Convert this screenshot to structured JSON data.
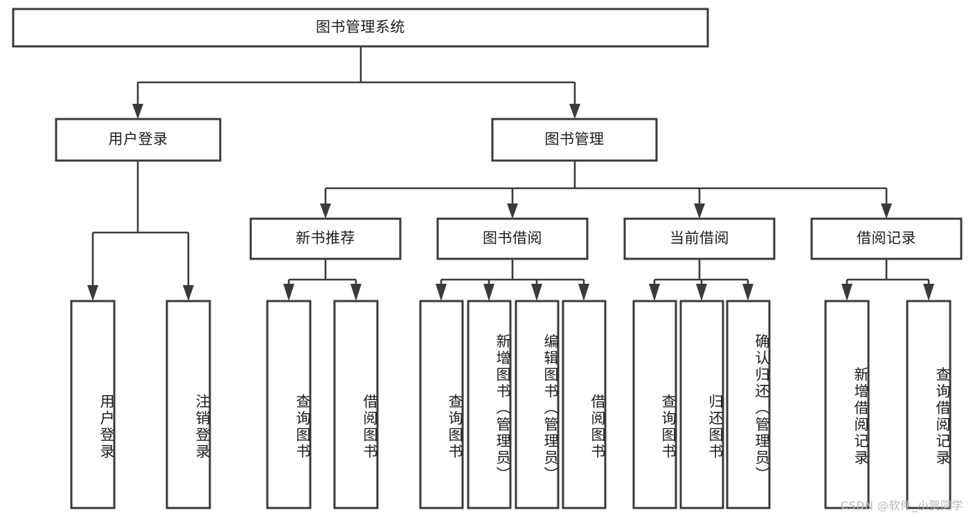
{
  "diagram": {
    "type": "tree",
    "title": "图书管理系统",
    "orientation": "top-down",
    "colors": {
      "box_stroke": "#3a3a3a",
      "box_fill": "#ffffff",
      "connector": "#3a3a3a",
      "text": "#1c1c1c",
      "background": "#ffffff",
      "watermark": "#b9b9b9"
    },
    "root": {
      "label": "图书管理系统"
    },
    "level1": [
      {
        "label": "用户登录"
      },
      {
        "label": "图书管理"
      }
    ],
    "level2": [
      {
        "label": "新书推荐"
      },
      {
        "label": "图书借阅"
      },
      {
        "label": "当前借阅"
      },
      {
        "label": "借阅记录"
      }
    ],
    "leaves": {
      "user_login": [
        {
          "label": "用户登录"
        },
        {
          "label": "注销登录"
        }
      ],
      "new_book_recommend": [
        {
          "label": "查询图书"
        },
        {
          "label": "借阅图书"
        }
      ],
      "book_borrow": [
        {
          "label": "查询图书"
        },
        {
          "label": "新增图书（管理员）"
        },
        {
          "label": "编辑图书（管理员）"
        },
        {
          "label": "借阅图书"
        }
      ],
      "current_borrow": [
        {
          "label": "查询图书"
        },
        {
          "label": "归还图书"
        },
        {
          "label": "确认归还（管理员）"
        }
      ],
      "borrow_record": [
        {
          "label": "新增借阅记录"
        },
        {
          "label": "查询借阅记录"
        }
      ]
    }
  },
  "watermark": {
    "text": "CSDN @软件_小贺同学"
  }
}
